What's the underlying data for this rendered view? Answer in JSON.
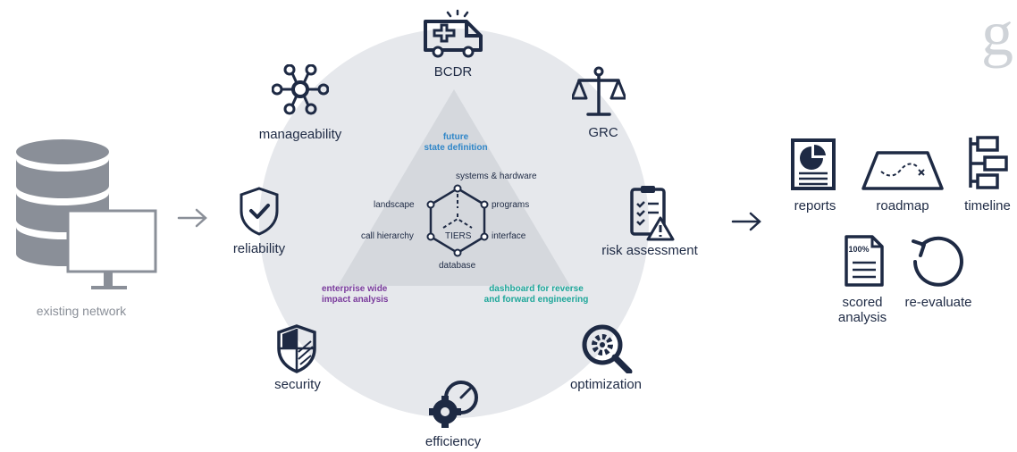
{
  "colors": {
    "navy": "#1e2a44",
    "gray": "#8a8f98",
    "circle": "#e6e8ec",
    "triangle": "#d3d6dc",
    "blue": "#2f86c8",
    "purple": "#7a3b9c",
    "teal": "#1fa79a"
  },
  "brand_letter": "g",
  "left": {
    "existing_network": "existing network"
  },
  "ring": [
    {
      "key": "bcdr",
      "label": "BCDR",
      "icon": "ambulance-icon"
    },
    {
      "key": "grc",
      "label": "GRC",
      "icon": "scales-icon"
    },
    {
      "key": "risk",
      "label": "risk assessment",
      "icon": "clipboard-warning-icon"
    },
    {
      "key": "optimization",
      "label": "optimization",
      "icon": "gear-magnifier-icon"
    },
    {
      "key": "efficiency",
      "label": "efficiency",
      "icon": "gear-gauge-icon"
    },
    {
      "key": "security",
      "label": "security",
      "icon": "shield-striped-icon"
    },
    {
      "key": "reliability",
      "label": "reliability",
      "icon": "shield-check-icon"
    },
    {
      "key": "manageability",
      "label": "manageability",
      "icon": "network-nodes-icon"
    }
  ],
  "center": {
    "future": "future\nstate definition",
    "enterprise": "enterprise wide\nimpact analysis",
    "dashboard": "dashboard for reverse\nand forward engineering",
    "hub": "TIERS",
    "nodes": {
      "systems": "systems & hardware",
      "programs": "programs",
      "interface": "interface",
      "database": "database",
      "call_hierarchy": "call hierarchy",
      "landscape": "landscape"
    }
  },
  "outputs": {
    "reports": "reports",
    "roadmap": "roadmap",
    "timeline": "timeline",
    "scored": "scored\nanalysis",
    "scored_badge": "100%",
    "reevaluate": "re-evaluate"
  }
}
